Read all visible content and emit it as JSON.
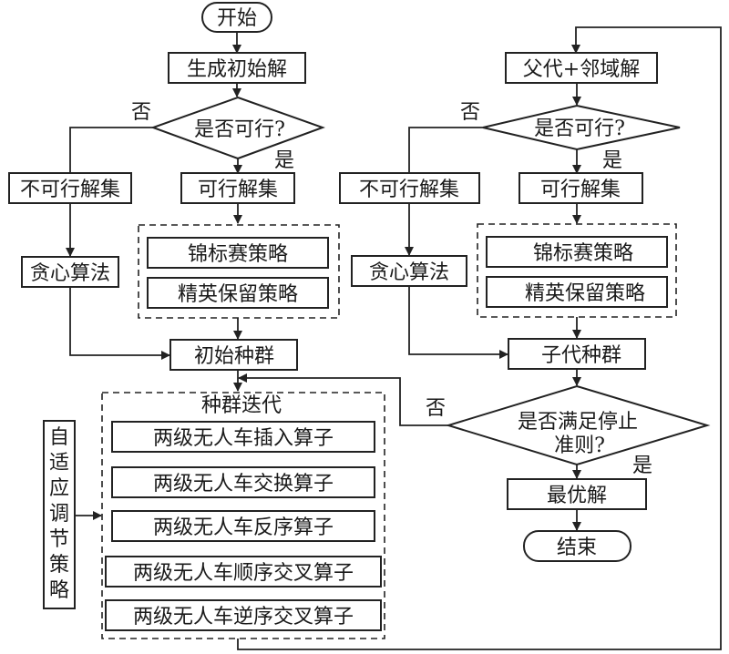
{
  "diagram": {
    "type": "flowchart",
    "nodes": {
      "start": "开始",
      "generate_initial": "生成初始解",
      "feasible_q1": "是否可行?",
      "infeasible_set1": "不可行解集",
      "feasible_set1": "可行解集",
      "greedy1": "贪心算法",
      "tournament1": "锦标赛策略",
      "elite1": "精英保留策略",
      "initial_population": "初始种群",
      "iteration_title": "种群迭代",
      "op_insert": "两级无人车插入算子",
      "op_swap": "两级无人车交换算子",
      "op_reverse": "两级无人车反序算子",
      "op_order_cross": "两级无人车顺序交叉算子",
      "op_reverse_cross": "两级无人车逆序交叉算子",
      "adaptive": [
        "自",
        "适",
        "应",
        "调",
        "节",
        "策",
        "略"
      ],
      "parent_neighbor": "父代+邻域解",
      "feasible_q2": "是否可行?",
      "infeasible_set2": "不可行解集",
      "feasible_set2": "可行解集",
      "greedy2": "贪心算法",
      "tournament2": "锦标赛策略",
      "elite2": "精英保留策略",
      "offspring_population": "子代种群",
      "stop_q_line1": "是否满足停止",
      "stop_q_line2": "准则?",
      "optimal": "最优解",
      "end": "结束"
    },
    "edge_labels": {
      "no": "否",
      "yes": "是"
    }
  }
}
